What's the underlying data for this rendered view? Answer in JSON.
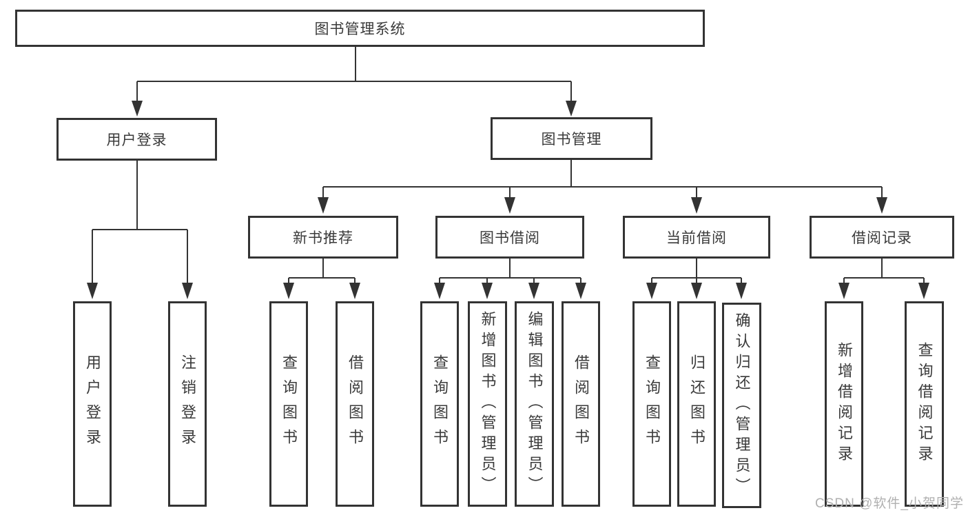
{
  "tree": {
    "label": "图书管理系统",
    "children": [
      {
        "label": "用户登录",
        "children": [
          {
            "label": "用户登录"
          },
          {
            "label": "注销登录"
          }
        ]
      },
      {
        "label": "图书管理",
        "children": [
          {
            "label": "新书推荐",
            "children": [
              {
                "label": "查询图书"
              },
              {
                "label": "借阅图书"
              }
            ]
          },
          {
            "label": "图书借阅",
            "children": [
              {
                "label": "查询图书"
              },
              {
                "label": "新增图书（管理员）"
              },
              {
                "label": "编辑图书（管理员）"
              },
              {
                "label": "借阅图书"
              }
            ]
          },
          {
            "label": "当前借阅",
            "children": [
              {
                "label": "查询图书"
              },
              {
                "label": "归还图书"
              },
              {
                "label": "确认归还（管理员）"
              }
            ]
          },
          {
            "label": "借阅记录",
            "children": [
              {
                "label": "新增借阅记录"
              },
              {
                "label": "查询借阅记录"
              }
            ]
          }
        ]
      }
    ]
  },
  "watermark": {
    "text": "CSDN @软件_小贺同学"
  },
  "colors": {
    "line": "#333333",
    "text": "#3a3a3a",
    "box_background": "#ffffff",
    "page_background": "#ffffff",
    "watermark": "#b0b0b0"
  }
}
